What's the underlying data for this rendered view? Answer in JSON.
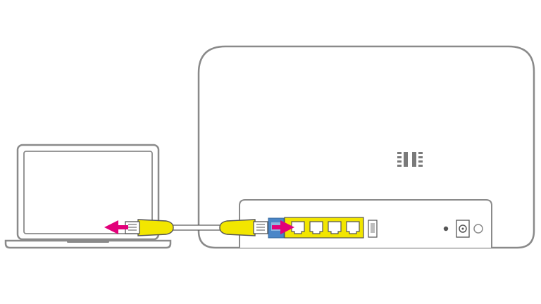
{
  "diagram": {
    "colors": {
      "background": "#ffffff",
      "outline": "#8a8a8a",
      "outline_dark": "#6f6f6f",
      "cable_yellow": "#f2e600",
      "cable_outline": "#555555",
      "arrow_magenta": "#e2007a",
      "lan_port_fill": "#f2e600",
      "wan_port_blue": "#4a86c8",
      "logo_gray": "#7a7a7a"
    },
    "devices": [
      {
        "name": "laptop",
        "icon": "laptop-icon"
      },
      {
        "name": "router",
        "icon": "router-icon"
      }
    ],
    "router_back_panel": {
      "lan_port_count": 4,
      "has_wan_port": true,
      "has_usb_port": true,
      "has_reset_pinhole": true,
      "has_power_socket": true,
      "has_power_button": true
    },
    "cable": {
      "type": "ethernet",
      "connector_icon": "rj45-plug-icon"
    },
    "arrows": [
      {
        "name": "arrow-into-laptop",
        "direction": "left"
      },
      {
        "name": "arrow-into-router-lan",
        "direction": "right"
      }
    ]
  }
}
